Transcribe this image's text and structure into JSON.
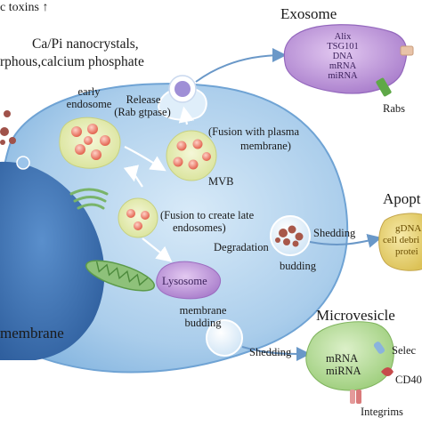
{
  "labels": {
    "top_toxins": "c toxins ↑",
    "nanocrystals_line1": "Ca/Pi nanocrystals,",
    "nanocrystals_line2": "rphous,calcium phosphate",
    "early_endosome_line1": "early",
    "early_endosome_line2": "endosome",
    "release_line1": "Release",
    "release_line2": "(Rab gtpase)",
    "fusion_plasma_line1": "(Fusion with plasma",
    "fusion_plasma_line2": "membrane)",
    "mvb": "MVB",
    "fusion_late_line1": "(Fusion to create late",
    "fusion_late_line2": "endosomes)",
    "degradation": "Degradation",
    "shedding_right": "Shedding",
    "budding": "budding",
    "lysosome": "Lysosome",
    "membrane_budding_line1": "membrane",
    "membrane_budding_line2": "budding",
    "shedding_bottom": "Shedding",
    "membrane_left": "membrane"
  },
  "exosome": {
    "title": "Exosome",
    "cargo": [
      "Alix",
      "TSG101",
      "DNA",
      "mRNA",
      "miRNA"
    ],
    "rabs": "Rabs"
  },
  "apoptotic": {
    "title": "Apopt",
    "cargo": [
      "gDNA",
      "cell debri",
      "protei"
    ]
  },
  "microvesicle": {
    "title": "Microvesicle",
    "cargo": [
      "mRNA",
      "miRNA"
    ],
    "markers": [
      "Selec",
      "CD40",
      "Integrims"
    ]
  },
  "colors": {
    "cell": "#a9cdec",
    "nucleus": "#3f76b8",
    "endosome": "#e4eab0",
    "exosome": "#c6a3dd",
    "apoptotic": "#ecd977",
    "microvesicle": "#b8dd9c",
    "arrow": "#6a98c8"
  }
}
